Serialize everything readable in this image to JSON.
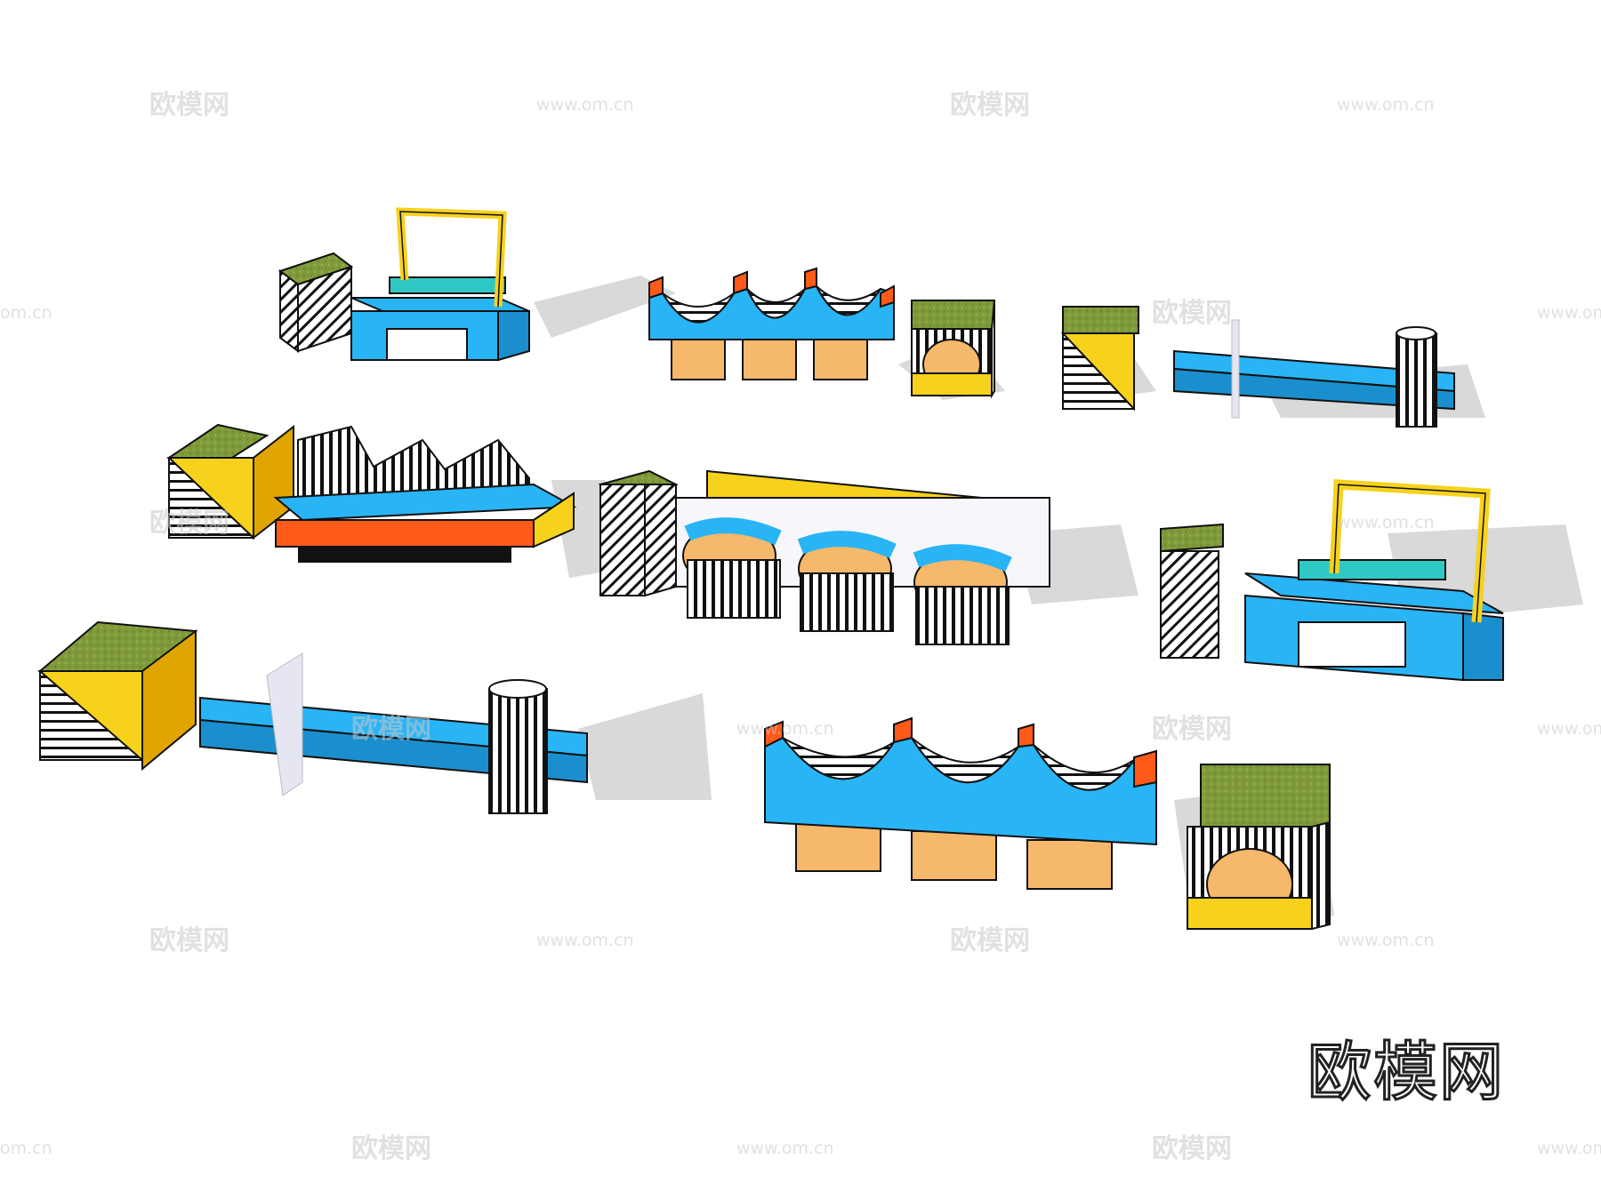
{
  "brand": {
    "label": "欧模网"
  },
  "watermark": {
    "cn": "欧模网",
    "url": "www.om.cn",
    "edge_url": "om.cn"
  },
  "colors": {
    "blue": "#29b4f5",
    "yellow": "#f7d21c",
    "green": "#7f9a3a",
    "orange": "#ff5a1a",
    "peach": "#f6b86a",
    "teal": "#2ec9c4",
    "black": "#111111",
    "shadow": "#d9d9d9"
  },
  "icons": [
    "bench-frame-module",
    "wave-seat-module",
    "round-seat-module",
    "cube-planter-module",
    "long-bench-module"
  ]
}
